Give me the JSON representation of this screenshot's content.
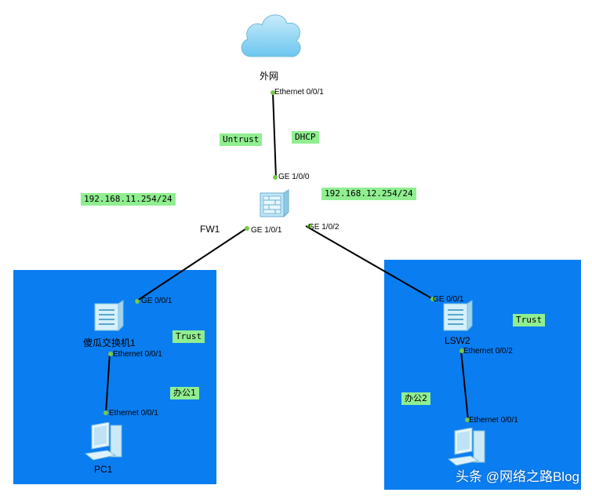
{
  "colors": {
    "zone": "#0a7df0",
    "tag_bg": "#90ee90",
    "port_dot": "#7ac943",
    "link": "#000000"
  },
  "devices": {
    "cloud": {
      "label": "外网",
      "icon": "cloud-icon"
    },
    "firewall": {
      "label": "FW1",
      "icon": "firewall-icon"
    },
    "switch1": {
      "label": "傻瓜交换机1",
      "icon": "switch-icon"
    },
    "switch2": {
      "label": "LSW2",
      "icon": "switch-icon"
    },
    "pc1": {
      "label": "PC1",
      "icon": "pc-icon"
    },
    "pc2": {
      "label": "",
      "icon": "pc-icon"
    }
  },
  "ports": {
    "cloud_eth": "Ethernet 0/0/1",
    "fw_ge100": "GE 1/0/0",
    "fw_ge101": "GE 1/0/1",
    "fw_ge102": "GE 1/0/2",
    "sw1_ge001": "GE 0/0/1",
    "sw1_eth001": "Ethernet 0/0/1",
    "pc1_eth001": "Ethernet 0/0/1",
    "sw2_ge001": "GE 0/0/1",
    "sw2_eth002": "Ethernet 0/0/2",
    "pc2_eth001": "Ethernet 0/0/1"
  },
  "tags": {
    "untrust": "Untrust",
    "dhcp": "DHCP",
    "ip_left": "192.168.11.254/24",
    "ip_right": "192.168.12.254/24",
    "trust_left": "Trust",
    "office1": "办公1",
    "trust_right": "Trust",
    "office2": "办公2"
  },
  "watermark": "头条 @网络之路Blog"
}
